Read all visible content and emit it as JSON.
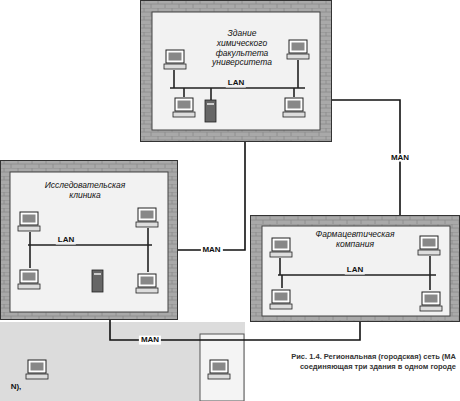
{
  "diagram": {
    "caption": "Рис. 1.4. Региональная (городская) сеть (MA соединяющая три здания в одном городе",
    "nodes": [
      {
        "text": [
          "Здание химического факультета университета"
        ]
      },
      {
        "text": [
          "Исследовательская клиника"
        ]
      },
      {
        "text": [
          "Фармацевтическая компания"
        ]
      }
    ],
    "edges": [
      {
        "from": 0,
        "to": 1,
        "arrow": "none",
        "label": "MAN"
      },
      {
        "from": 1,
        "to": 2,
        "arrow": "none",
        "label": "MAN"
      },
      {
        "from": 0,
        "to": 2,
        "arrow": "none",
        "label": "MAN"
      }
    ],
    "labels": [
      "LAN",
      "LAN",
      "LAN",
      "N),"
    ]
  }
}
